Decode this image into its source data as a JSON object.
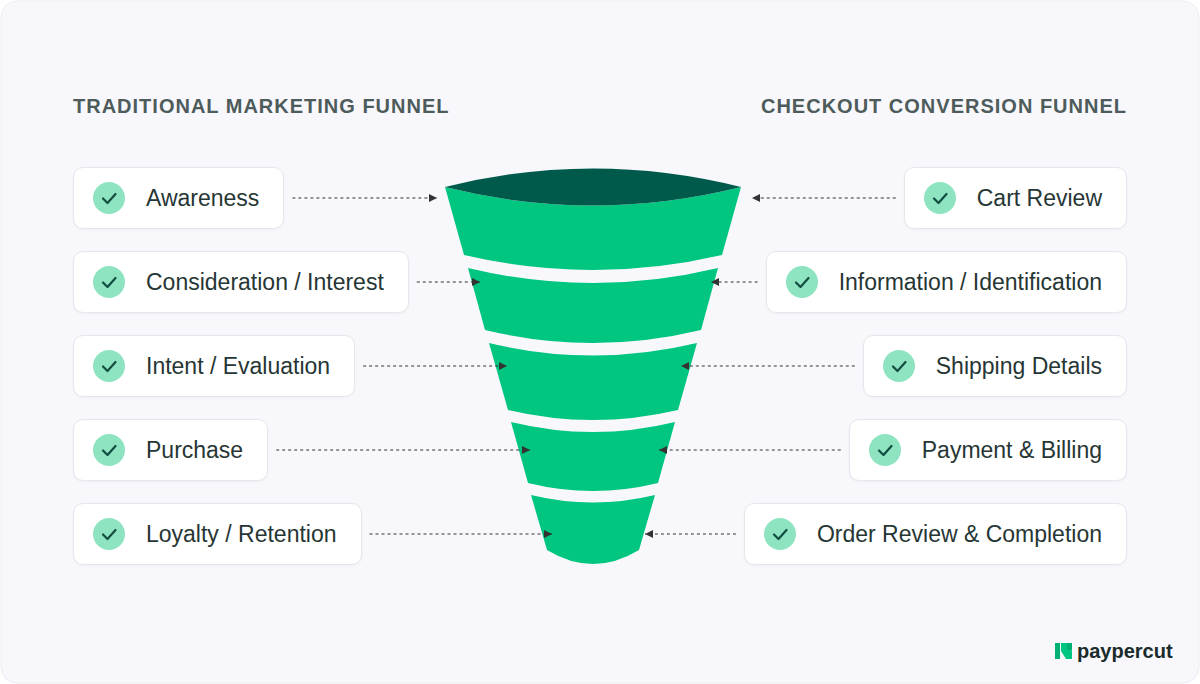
{
  "diagram": {
    "nodes": [
      {
        "text": [
          "Awareness"
        ]
      },
      {
        "text": [
          "Consideration / Interest"
        ]
      },
      {
        "text": [
          "Intent / Evaluation"
        ]
      },
      {
        "text": [
          "Purchase"
        ]
      },
      {
        "text": [
          "Loyalty / Retention"
        ]
      },
      {
        "text": [
          "Cart Review"
        ]
      },
      {
        "text": [
          "Information / Identification"
        ]
      },
      {
        "text": [
          "Shipping Details"
        ]
      },
      {
        "text": [
          "Payment & Billing"
        ]
      },
      {
        "text": [
          "Order Review & Completion"
        ]
      }
    ],
    "labels": [
      "TRADITIONAL MARKETING FUNNEL",
      "CHECKOUT CONVERSION FUNNEL",
      "paypercut"
    ]
  }
}
